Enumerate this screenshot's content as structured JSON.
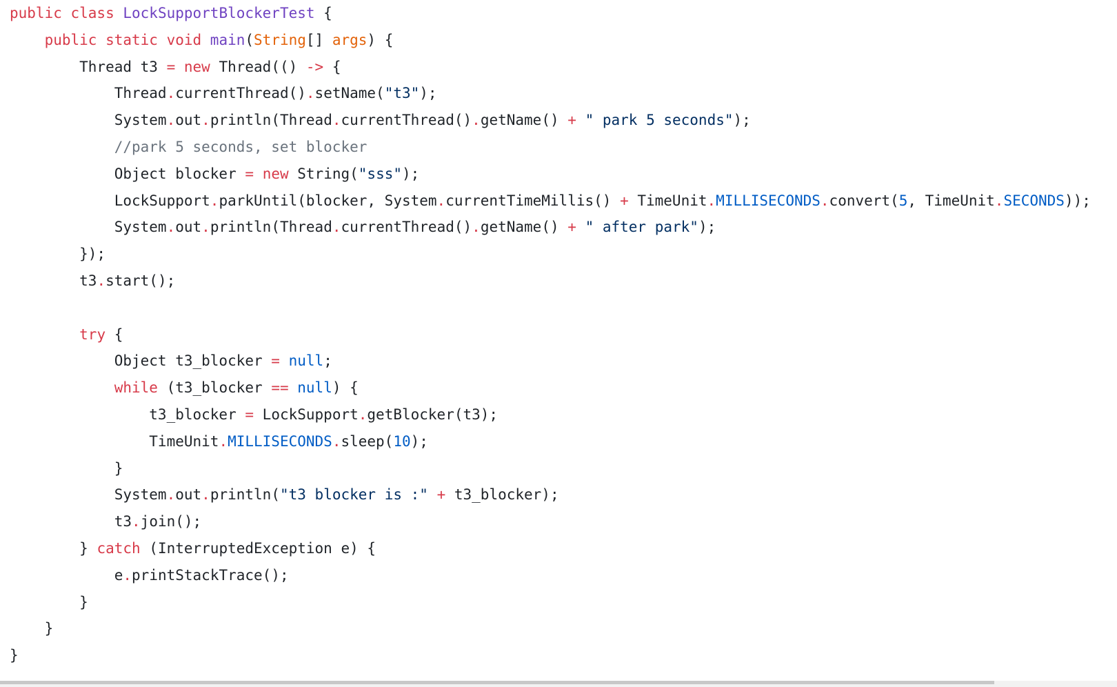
{
  "colors": {
    "keyword": "#d73a49",
    "class_name": "#6f42c1",
    "param": "#e36209",
    "string": "#032f62",
    "number": "#005cc5",
    "constant": "#005cc5",
    "operator": "#d73a49",
    "comment": "#6a737d",
    "plain": "#1f2328"
  },
  "code": {
    "lines": [
      {
        "tokens": [
          {
            "t": "public class ",
            "c": "keyword"
          },
          {
            "t": "LockSupportBlockerTest",
            "c": "class_name"
          },
          {
            "t": " {",
            "c": "plain"
          }
        ]
      },
      {
        "tokens": [
          {
            "t": "    ",
            "c": "plain"
          },
          {
            "t": "public static void ",
            "c": "keyword"
          },
          {
            "t": "main",
            "c": "class_name"
          },
          {
            "t": "(",
            "c": "plain"
          },
          {
            "t": "String",
            "c": "param"
          },
          {
            "t": "[] ",
            "c": "plain"
          },
          {
            "t": "args",
            "c": "param"
          },
          {
            "t": ") {",
            "c": "plain"
          }
        ]
      },
      {
        "tokens": [
          {
            "t": "        Thread t3 ",
            "c": "plain"
          },
          {
            "t": "=",
            "c": "operator"
          },
          {
            "t": " ",
            "c": "plain"
          },
          {
            "t": "new",
            "c": "keyword"
          },
          {
            "t": " Thread(() ",
            "c": "plain"
          },
          {
            "t": "->",
            "c": "operator"
          },
          {
            "t": " {",
            "c": "plain"
          }
        ]
      },
      {
        "tokens": [
          {
            "t": "            Thread",
            "c": "plain"
          },
          {
            "t": ".",
            "c": "operator"
          },
          {
            "t": "currentThread()",
            "c": "plain"
          },
          {
            "t": ".",
            "c": "operator"
          },
          {
            "t": "setName(",
            "c": "plain"
          },
          {
            "t": "\"t3\"",
            "c": "string"
          },
          {
            "t": ");",
            "c": "plain"
          }
        ]
      },
      {
        "tokens": [
          {
            "t": "            System",
            "c": "plain"
          },
          {
            "t": ".",
            "c": "operator"
          },
          {
            "t": "out",
            "c": "plain"
          },
          {
            "t": ".",
            "c": "operator"
          },
          {
            "t": "println(Thread",
            "c": "plain"
          },
          {
            "t": ".",
            "c": "operator"
          },
          {
            "t": "currentThread()",
            "c": "plain"
          },
          {
            "t": ".",
            "c": "operator"
          },
          {
            "t": "getName() ",
            "c": "plain"
          },
          {
            "t": "+",
            "c": "operator"
          },
          {
            "t": " ",
            "c": "plain"
          },
          {
            "t": "\" park 5 seconds\"",
            "c": "string"
          },
          {
            "t": ");",
            "c": "plain"
          }
        ]
      },
      {
        "tokens": [
          {
            "t": "            ",
            "c": "plain"
          },
          {
            "t": "//park 5 seconds, set blocker",
            "c": "comment"
          }
        ]
      },
      {
        "tokens": [
          {
            "t": "            Object blocker ",
            "c": "plain"
          },
          {
            "t": "=",
            "c": "operator"
          },
          {
            "t": " ",
            "c": "plain"
          },
          {
            "t": "new",
            "c": "keyword"
          },
          {
            "t": " String(",
            "c": "plain"
          },
          {
            "t": "\"sss\"",
            "c": "string"
          },
          {
            "t": ");",
            "c": "plain"
          }
        ]
      },
      {
        "tokens": [
          {
            "t": "            LockSupport",
            "c": "plain"
          },
          {
            "t": ".",
            "c": "operator"
          },
          {
            "t": "parkUntil(blocker, System",
            "c": "plain"
          },
          {
            "t": ".",
            "c": "operator"
          },
          {
            "t": "currentTimeMillis() ",
            "c": "plain"
          },
          {
            "t": "+",
            "c": "operator"
          },
          {
            "t": " TimeUnit",
            "c": "plain"
          },
          {
            "t": ".",
            "c": "operator"
          },
          {
            "t": "MILLISECONDS",
            "c": "constant"
          },
          {
            "t": ".",
            "c": "operator"
          },
          {
            "t": "convert(",
            "c": "plain"
          },
          {
            "t": "5",
            "c": "number"
          },
          {
            "t": ", TimeUnit",
            "c": "plain"
          },
          {
            "t": ".",
            "c": "operator"
          },
          {
            "t": "SECONDS",
            "c": "constant"
          },
          {
            "t": "));",
            "c": "plain"
          }
        ]
      },
      {
        "tokens": [
          {
            "t": "            System",
            "c": "plain"
          },
          {
            "t": ".",
            "c": "operator"
          },
          {
            "t": "out",
            "c": "plain"
          },
          {
            "t": ".",
            "c": "operator"
          },
          {
            "t": "println(Thread",
            "c": "plain"
          },
          {
            "t": ".",
            "c": "operator"
          },
          {
            "t": "currentThread()",
            "c": "plain"
          },
          {
            "t": ".",
            "c": "operator"
          },
          {
            "t": "getName() ",
            "c": "plain"
          },
          {
            "t": "+",
            "c": "operator"
          },
          {
            "t": " ",
            "c": "plain"
          },
          {
            "t": "\" after park\"",
            "c": "string"
          },
          {
            "t": ");",
            "c": "plain"
          }
        ]
      },
      {
        "tokens": [
          {
            "t": "        });",
            "c": "plain"
          }
        ]
      },
      {
        "tokens": [
          {
            "t": "        t3",
            "c": "plain"
          },
          {
            "t": ".",
            "c": "operator"
          },
          {
            "t": "start();",
            "c": "plain"
          }
        ]
      },
      {
        "tokens": [
          {
            "t": "",
            "c": "plain"
          }
        ]
      },
      {
        "tokens": [
          {
            "t": "        ",
            "c": "plain"
          },
          {
            "t": "try",
            "c": "keyword"
          },
          {
            "t": " {",
            "c": "plain"
          }
        ]
      },
      {
        "tokens": [
          {
            "t": "            Object t3_blocker ",
            "c": "plain"
          },
          {
            "t": "=",
            "c": "operator"
          },
          {
            "t": " ",
            "c": "plain"
          },
          {
            "t": "null",
            "c": "constant"
          },
          {
            "t": ";",
            "c": "plain"
          }
        ]
      },
      {
        "tokens": [
          {
            "t": "            ",
            "c": "plain"
          },
          {
            "t": "while",
            "c": "keyword"
          },
          {
            "t": " (t3_blocker ",
            "c": "plain"
          },
          {
            "t": "==",
            "c": "operator"
          },
          {
            "t": " ",
            "c": "plain"
          },
          {
            "t": "null",
            "c": "constant"
          },
          {
            "t": ") {",
            "c": "plain"
          }
        ]
      },
      {
        "tokens": [
          {
            "t": "                t3_blocker ",
            "c": "plain"
          },
          {
            "t": "=",
            "c": "operator"
          },
          {
            "t": " LockSupport",
            "c": "plain"
          },
          {
            "t": ".",
            "c": "operator"
          },
          {
            "t": "getBlocker(t3);",
            "c": "plain"
          }
        ]
      },
      {
        "tokens": [
          {
            "t": "                TimeUnit",
            "c": "plain"
          },
          {
            "t": ".",
            "c": "operator"
          },
          {
            "t": "MILLISECONDS",
            "c": "constant"
          },
          {
            "t": ".",
            "c": "operator"
          },
          {
            "t": "sleep(",
            "c": "plain"
          },
          {
            "t": "10",
            "c": "number"
          },
          {
            "t": ");",
            "c": "plain"
          }
        ]
      },
      {
        "tokens": [
          {
            "t": "            }",
            "c": "plain"
          }
        ]
      },
      {
        "tokens": [
          {
            "t": "            System",
            "c": "plain"
          },
          {
            "t": ".",
            "c": "operator"
          },
          {
            "t": "out",
            "c": "plain"
          },
          {
            "t": ".",
            "c": "operator"
          },
          {
            "t": "println(",
            "c": "plain"
          },
          {
            "t": "\"t3 blocker is :\"",
            "c": "string"
          },
          {
            "t": " ",
            "c": "plain"
          },
          {
            "t": "+",
            "c": "operator"
          },
          {
            "t": " t3_blocker);",
            "c": "plain"
          }
        ]
      },
      {
        "tokens": [
          {
            "t": "            t3",
            "c": "plain"
          },
          {
            "t": ".",
            "c": "operator"
          },
          {
            "t": "join();",
            "c": "plain"
          }
        ]
      },
      {
        "tokens": [
          {
            "t": "        } ",
            "c": "plain"
          },
          {
            "t": "catch",
            "c": "keyword"
          },
          {
            "t": " (InterruptedException e) {",
            "c": "plain"
          }
        ]
      },
      {
        "tokens": [
          {
            "t": "            e",
            "c": "plain"
          },
          {
            "t": ".",
            "c": "operator"
          },
          {
            "t": "printStackTrace();",
            "c": "plain"
          }
        ]
      },
      {
        "tokens": [
          {
            "t": "        }",
            "c": "plain"
          }
        ]
      },
      {
        "tokens": [
          {
            "t": "    }",
            "c": "plain"
          }
        ]
      },
      {
        "tokens": [
          {
            "t": "}",
            "c": "plain"
          }
        ]
      }
    ]
  },
  "scrollbar": {
    "thumb_fraction": 0.89
  }
}
